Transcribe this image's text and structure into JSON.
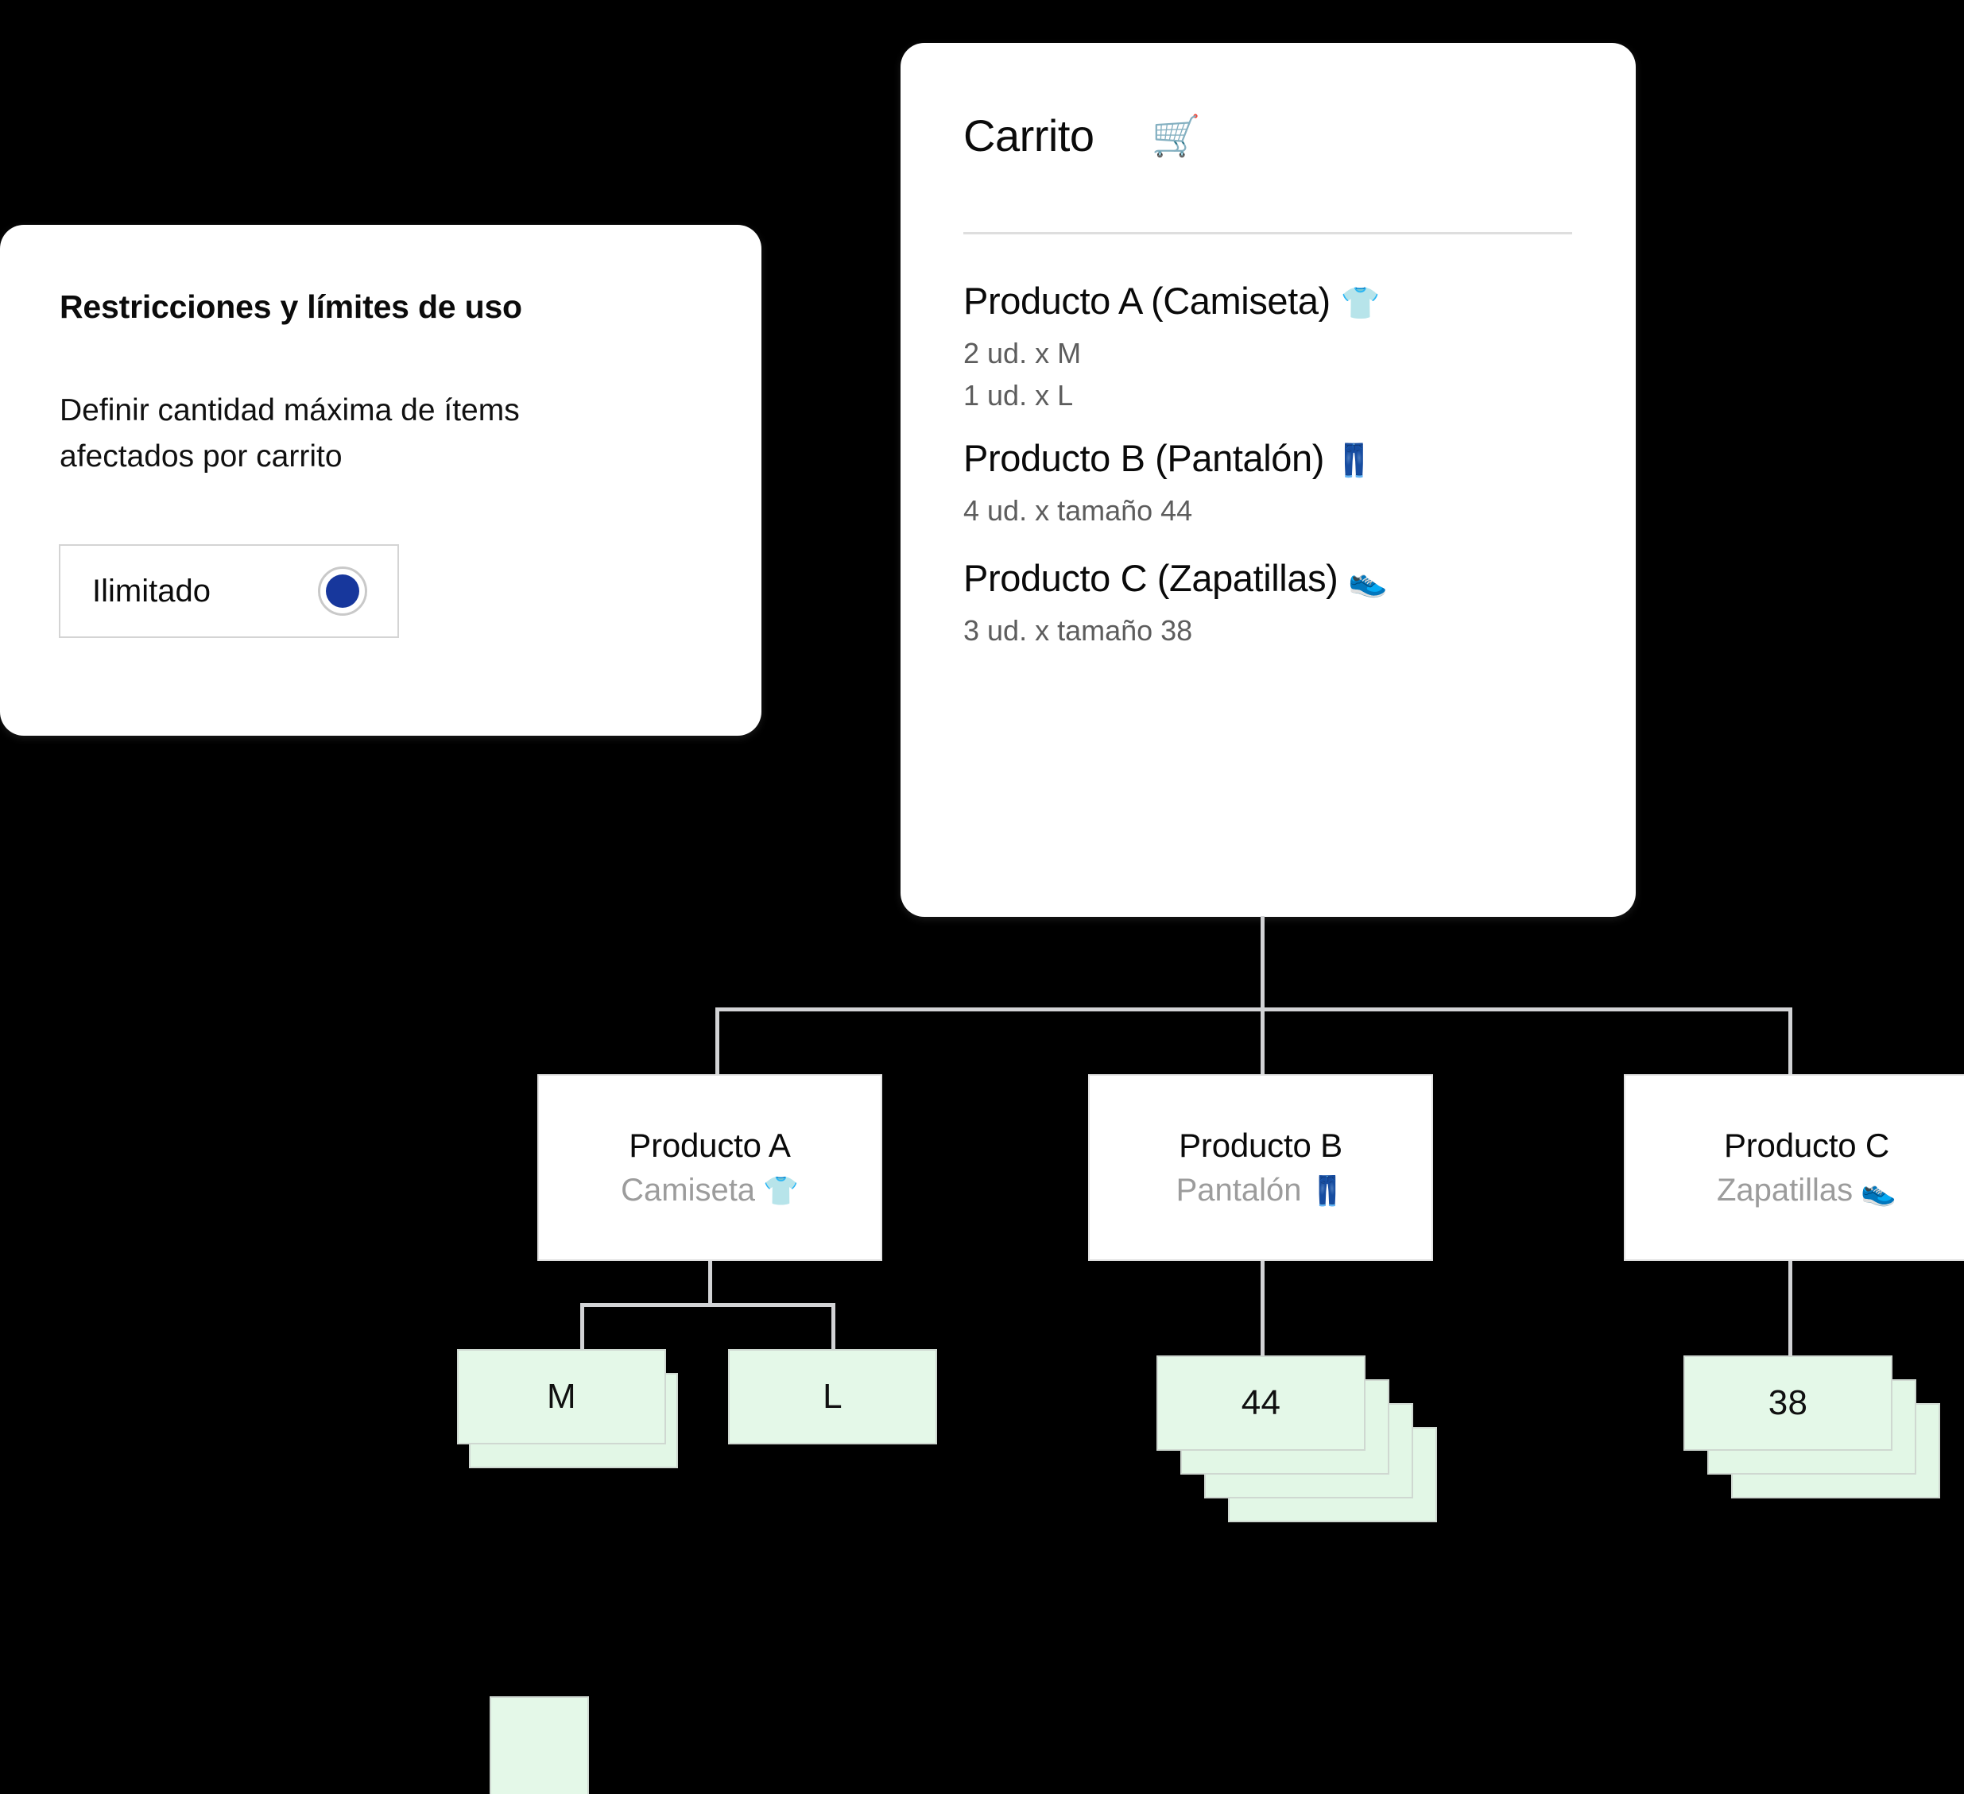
{
  "restrictions": {
    "title": "Restricciones y límites de uso",
    "description": "Definir cantidad máxima de ítems afectados por carrito",
    "option_label": "Ilimitado",
    "radio_selected": true,
    "radio_color": "#17379c"
  },
  "cart": {
    "title": "Carrito",
    "icon": "🛒",
    "icon_name": "shopping-cart-icon",
    "items": [
      {
        "name": "Producto A (Camiseta)",
        "emoji": "👕",
        "emoji_name": "t-shirt-icon",
        "lines": [
          "2 ud. x M",
          "1 ud. x L"
        ]
      },
      {
        "name": "Producto B (Pantalón)",
        "emoji": "👖",
        "emoji_name": "jeans-icon",
        "lines": [
          "4 ud. x tamaño 44"
        ]
      },
      {
        "name": "Producto C (Zapatillas)",
        "emoji": "👟",
        "emoji_name": "sneaker-icon",
        "lines": [
          "3 ud. x  tamaño 38"
        ]
      }
    ]
  },
  "tree": {
    "products": [
      {
        "title": "Producto A",
        "subtitle": "Camiseta",
        "emoji": "👕",
        "emoji_name": "t-shirt-icon"
      },
      {
        "title": "Producto B",
        "subtitle": "Pantalón",
        "emoji": "👖",
        "emoji_name": "jeans-icon"
      },
      {
        "title": "Producto C",
        "subtitle": "Zapatillas",
        "emoji": "👟",
        "emoji_name": "sneaker-icon"
      }
    ],
    "stacks": [
      {
        "label": "M",
        "count": 2,
        "parent": "Producto A"
      },
      {
        "label": "L",
        "count": 1,
        "parent": "Producto A"
      },
      {
        "label": "44",
        "count": 4,
        "parent": "Producto B"
      },
      {
        "label": "38",
        "count": 3,
        "parent": "Producto C"
      }
    ],
    "card_color": "#e4f8e8",
    "connector_color": "#d2d3d5"
  }
}
